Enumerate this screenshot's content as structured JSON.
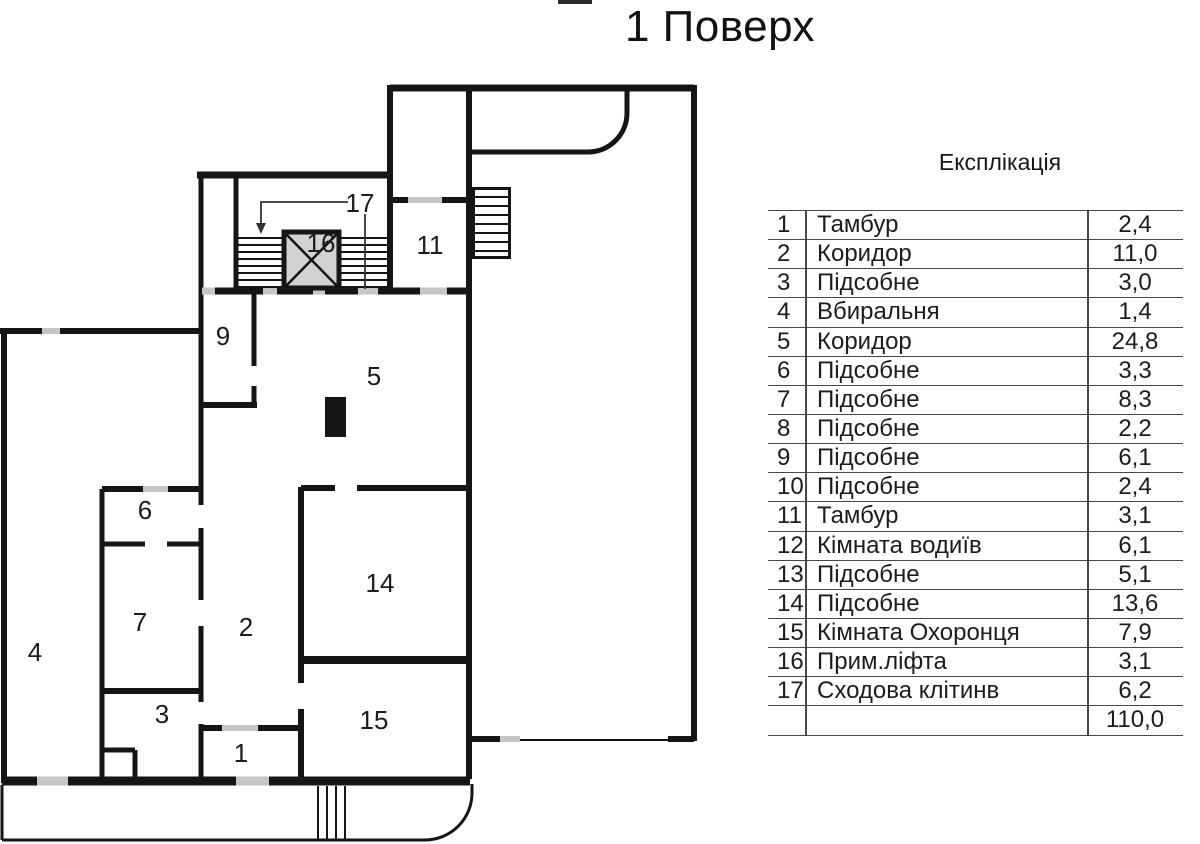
{
  "title": "1 Поверх",
  "legend": {
    "header": "Експлікація",
    "rows": [
      {
        "num": "1",
        "name": "Тамбур",
        "area": "2,4"
      },
      {
        "num": "2",
        "name": "Коридор",
        "area": "11,0"
      },
      {
        "num": "3",
        "name": "Підсобне",
        "area": "3,0"
      },
      {
        "num": "4",
        "name": "Вбиральня",
        "area": "1,4"
      },
      {
        "num": "5",
        "name": "Коридор",
        "area": "24,8"
      },
      {
        "num": "6",
        "name": "Підсобне",
        "area": "3,3"
      },
      {
        "num": "7",
        "name": "Підсобне",
        "area": "8,3"
      },
      {
        "num": "8",
        "name": "Підсобне",
        "area": "2,2"
      },
      {
        "num": "9",
        "name": "Підсобне",
        "area": "6,1"
      },
      {
        "num": "10",
        "name": "Підсобне",
        "area": "2,4"
      },
      {
        "num": "11",
        "name": "Тамбур",
        "area": "3,1"
      },
      {
        "num": "12",
        "name": "Кімната водиїв",
        "area": "6,1"
      },
      {
        "num": "13",
        "name": "Підсобне",
        "area": "5,1"
      },
      {
        "num": "14",
        "name": "Підсобне",
        "area": "13,6"
      },
      {
        "num": "15",
        "name": "Кімната Охоронця",
        "area": "7,9"
      },
      {
        "num": "16",
        "name": "Прим.ліфта",
        "area": "3,1"
      },
      {
        "num": "17",
        "name": "Сходова клітинв",
        "area": "6,2"
      }
    ],
    "total_area": "110,0"
  },
  "plan": {
    "room_labels": {
      "r1": "1",
      "r2": "2",
      "r3": "3",
      "r4": "4",
      "r5": "5",
      "r6": "6",
      "r7": "7",
      "r9": "9",
      "r11": "11",
      "r14": "14",
      "r15": "15",
      "r16": "16",
      "r17": "17"
    },
    "colors": {
      "wall": "#151515",
      "door_gap": "#c6c6c6",
      "elevator_fill": "#d2d2d2",
      "table_line": "#474747"
    }
  }
}
